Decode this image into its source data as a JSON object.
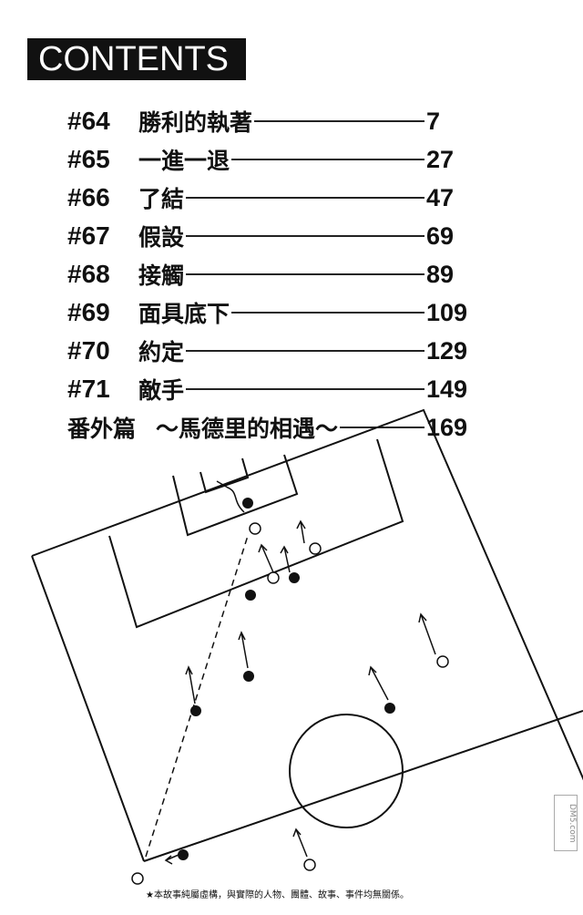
{
  "title": "CONTENTS",
  "chapters": [
    {
      "number": "#64",
      "title": "勝利的執著",
      "page": "7"
    },
    {
      "number": "#65",
      "title": "一進一退",
      "page": "27"
    },
    {
      "number": "#66",
      "title": "了結",
      "page": "47"
    },
    {
      "number": "#67",
      "title": "假設",
      "page": "69"
    },
    {
      "number": "#68",
      "title": "接觸",
      "page": "89"
    },
    {
      "number": "#69",
      "title": "面具底下",
      "page": "109"
    },
    {
      "number": "#70",
      "title": "約定",
      "page": "129"
    },
    {
      "number": "#71",
      "title": "敵手",
      "page": "149"
    }
  ],
  "extra": {
    "label": "番外篇",
    "title": "～馬德里的相遇～",
    "page": "169"
  },
  "disclaimer": "★本故事純屬虛構，與實際的人物、團體、故事、事件均無關係。",
  "watermark": "DM5.com"
}
